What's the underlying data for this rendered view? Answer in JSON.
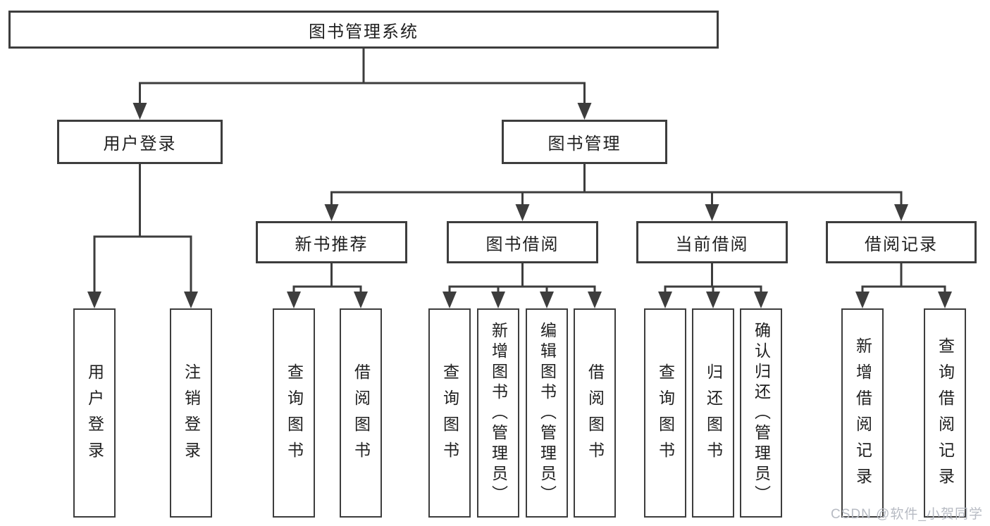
{
  "diagram": {
    "watermark": "CSDN @软件_小贺同学",
    "colors": {
      "line": "#3d3d3d",
      "text": "#1f1f1f",
      "background": "#ffffff",
      "watermark": "#b7bbc3"
    },
    "nodes": {
      "root": "图书管理系统",
      "level2": {
        "user_login": "用户登录",
        "book_management": "图书管理"
      },
      "user_login_children": {
        "login": "用户登录",
        "logout": "注销登录"
      },
      "book_management_children": {
        "new_book_recommend": "新书推荐",
        "book_borrow": "图书借阅",
        "current_borrow": "当前借阅",
        "borrow_records": "借阅记录"
      },
      "new_book_recommend_children": {
        "query_books": "查询图书",
        "borrow_books": "借阅图书"
      },
      "book_borrow_children": {
        "query_books": "查询图书",
        "add_books_admin": "新增图书（管理员）",
        "edit_books_admin": "编辑图书（管理员）",
        "borrow_books": "借阅图书"
      },
      "current_borrow_children": {
        "query_books": "查询图书",
        "return_books": "归还图书",
        "confirm_return_admin": "确认归还（管理员）"
      },
      "borrow_records_children": {
        "add_borrow_record": "新增借阅记录",
        "query_borrow_record": "查询借阅记录"
      }
    }
  }
}
